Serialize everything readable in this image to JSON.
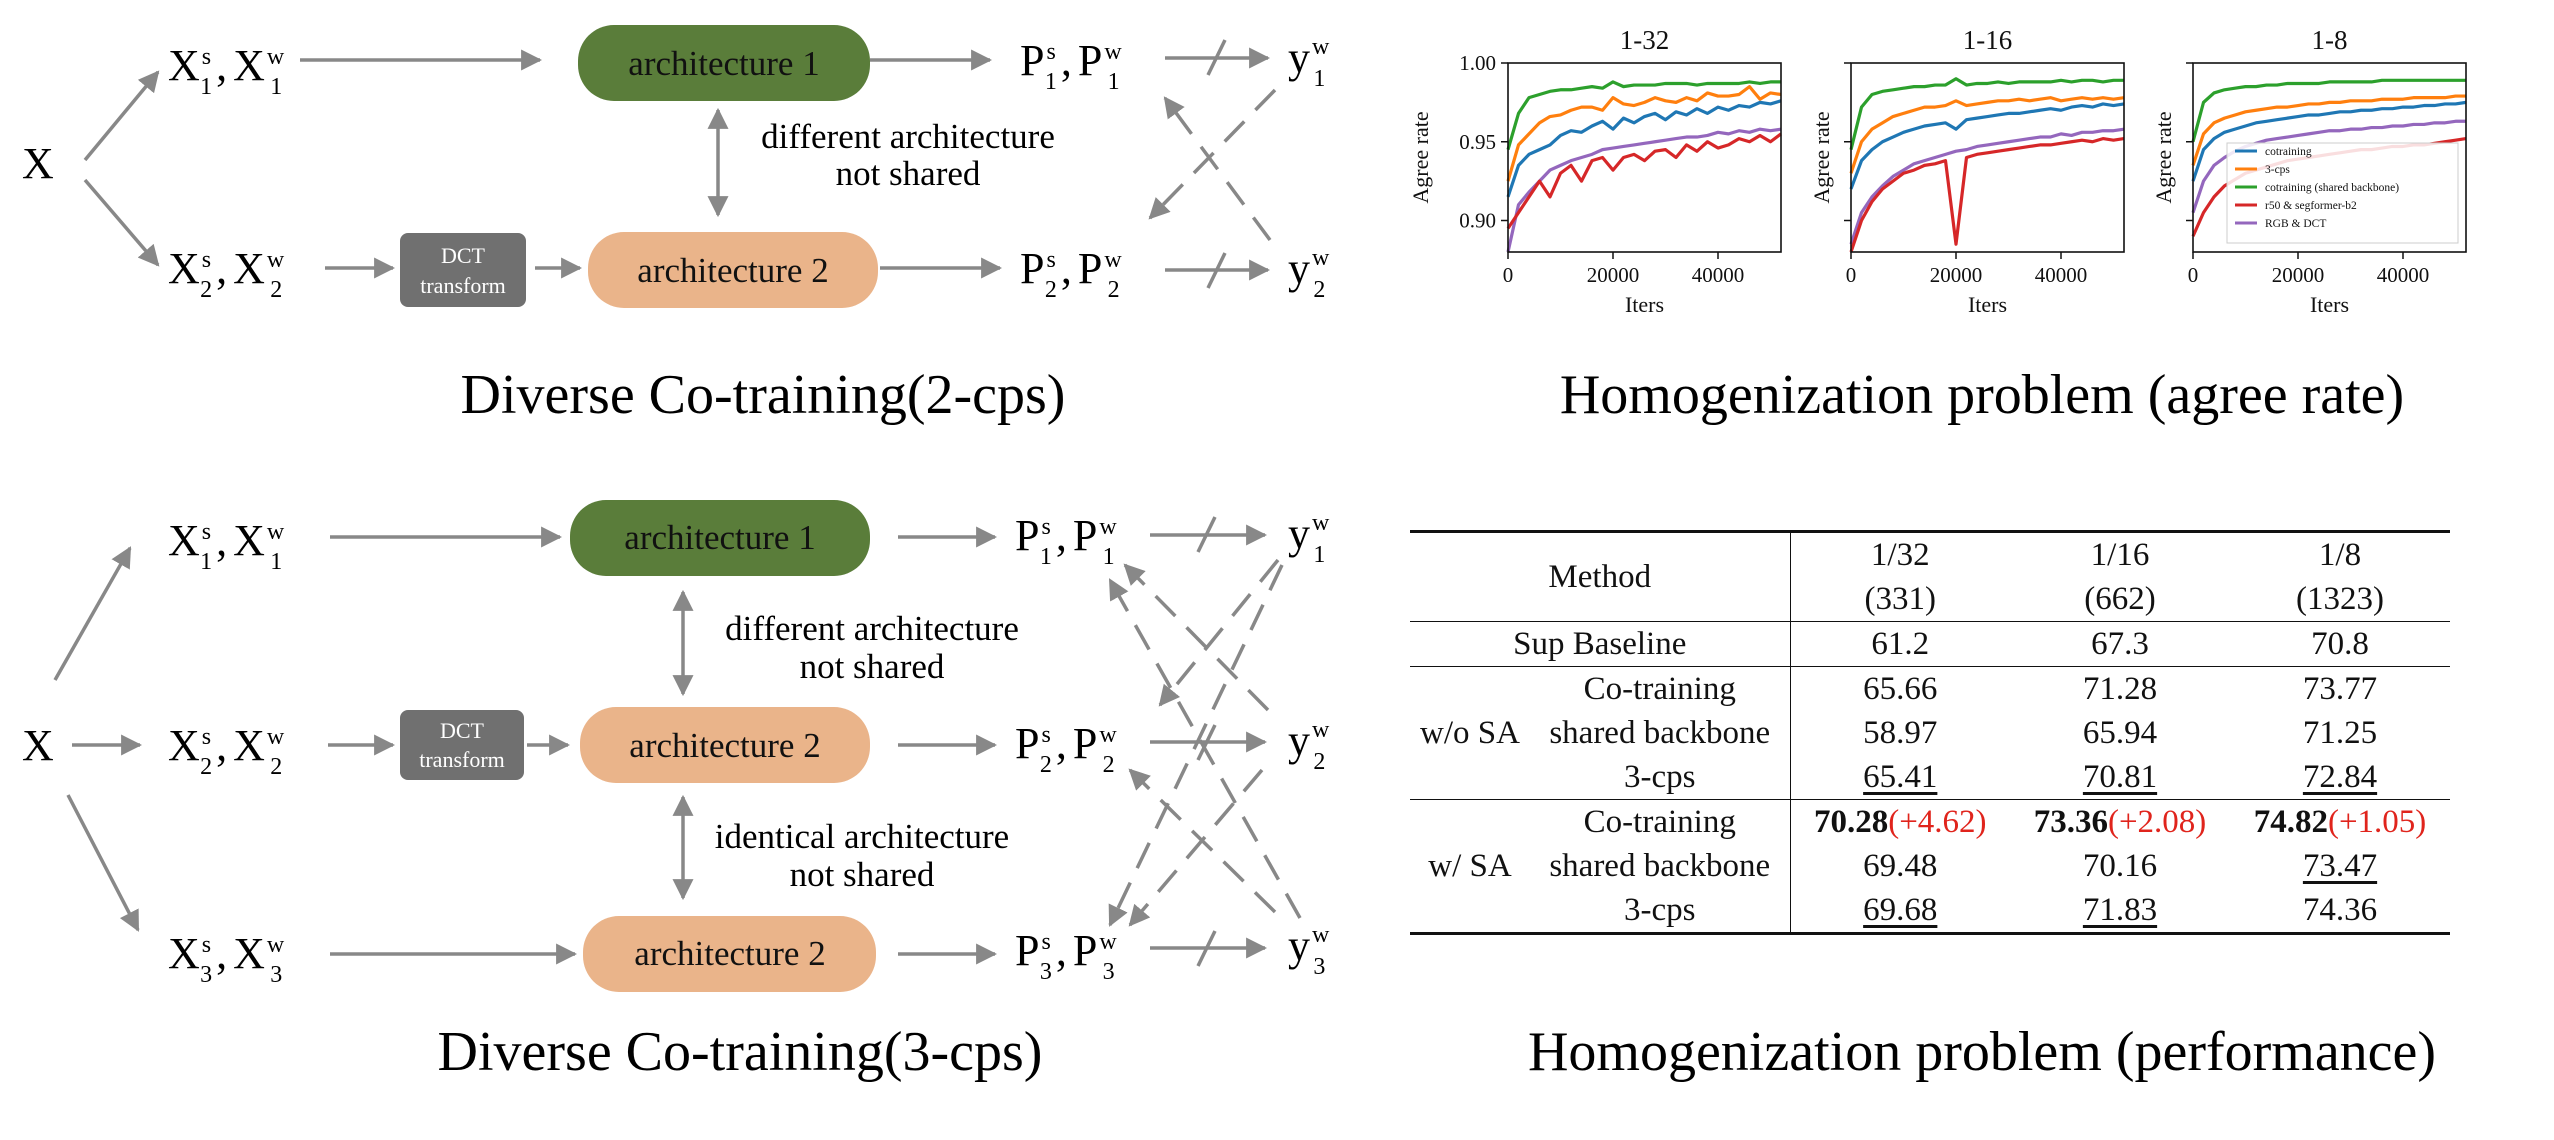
{
  "diagram_2cps": {
    "title": "Diverse Co-training(2-cps)",
    "x_label": "X",
    "in1": {
      "b1": "X",
      "s1": "1",
      "p1": "s",
      "b2": "X",
      "s2": "1",
      "p2": "w"
    },
    "in2": {
      "b1": "X",
      "s1": "2",
      "p1": "s",
      "b2": "X",
      "s2": "2",
      "p2": "w"
    },
    "arch1": "architecture 1",
    "arch2": "architecture 2",
    "dct_line1": "DCT",
    "dct_line2": "transform",
    "note_line1": "different architecture",
    "note_line2": "not shared",
    "out1": {
      "b1": "P",
      "s1": "1",
      "p1": "s",
      "b2": "P",
      "s2": "1",
      "p2": "w"
    },
    "out2": {
      "b1": "P",
      "s1": "2",
      "p1": "s",
      "b2": "P",
      "s2": "2",
      "p2": "w"
    },
    "y1": {
      "b": "y",
      "s": "1",
      "p": "w"
    },
    "y2": {
      "b": "y",
      "s": "2",
      "p": "w"
    }
  },
  "diagram_3cps": {
    "title": "Diverse Co-training(3-cps)",
    "x_label": "X",
    "in1": {
      "b1": "X",
      "s1": "1",
      "p1": "s",
      "b2": "X",
      "s2": "1",
      "p2": "w"
    },
    "in2": {
      "b1": "X",
      "s1": "2",
      "p1": "s",
      "b2": "X",
      "s2": "2",
      "p2": "w"
    },
    "in3": {
      "b1": "X",
      "s1": "3",
      "p1": "s",
      "b2": "X",
      "s2": "3",
      "p2": "w"
    },
    "arch1": "architecture 1",
    "arch2": "architecture 2",
    "arch3": "architecture 2",
    "dct_line1": "DCT",
    "dct_line2": "transform",
    "note1_line1": "different architecture",
    "note1_line2": "not shared",
    "note2_line1": "identical architecture",
    "note2_line2": "not shared",
    "out1": {
      "b1": "P",
      "s1": "1",
      "p1": "s",
      "b2": "P",
      "s2": "1",
      "p2": "w"
    },
    "out2": {
      "b1": "P",
      "s1": "2",
      "p1": "s",
      "b2": "P",
      "s2": "2",
      "p2": "w"
    },
    "out3": {
      "b1": "P",
      "s1": "3",
      "p1": "s",
      "b2": "P",
      "s2": "3",
      "p2": "w"
    },
    "y1": {
      "b": "y",
      "s": "1",
      "p": "w"
    },
    "y2": {
      "b": "y",
      "s": "2",
      "p": "w"
    },
    "y3": {
      "b": "y",
      "s": "3",
      "p": "w"
    }
  },
  "agree_rate": {
    "title": "Homogenization problem (agree rate)"
  },
  "performance": {
    "title": "Homogenization problem (performance)",
    "header": {
      "method": "Method",
      "cols": [
        [
          "1/32",
          "(331)"
        ],
        [
          "1/16",
          "(662)"
        ],
        [
          "1/8",
          "(1323)"
        ]
      ]
    },
    "sup_row": {
      "label": "Sup Baseline",
      "values": [
        "61.2",
        "67.3",
        "70.8"
      ]
    },
    "wo_sa": {
      "group": "w/o SA",
      "rows": [
        {
          "label": "Co-training",
          "values": [
            "65.66",
            "71.28",
            "73.77"
          ]
        },
        {
          "label": "shared backbone",
          "values": [
            "58.97",
            "65.94",
            "71.25"
          ]
        },
        {
          "label": "3-cps",
          "values": [
            "65.41",
            "70.81",
            "72.84"
          ]
        }
      ]
    },
    "w_sa": {
      "group": "w/ SA",
      "rows": [
        {
          "label": "Co-training",
          "values": [
            "70.28",
            "73.36",
            "74.82"
          ],
          "deltas": [
            "(+4.62)",
            "(+2.08)",
            "(+1.05)"
          ]
        },
        {
          "label": "shared backbone",
          "values": [
            "69.48",
            "70.16",
            "73.47"
          ]
        },
        {
          "label": "3-cps",
          "values": [
            "69.68",
            "71.83",
            "74.36"
          ]
        }
      ]
    }
  },
  "chart_data": [
    {
      "type": "line",
      "title": "1-32",
      "xlabel": "Iters",
      "ylabel": "Agree rate",
      "xlim": [
        0,
        52000
      ],
      "ylim": [
        0.88,
        1.0
      ],
      "xticks": [
        "0",
        "20000",
        "40000"
      ],
      "yticks": [
        "0.90",
        "0.95",
        "1.00"
      ],
      "x": [
        0,
        2000,
        4000,
        6000,
        8000,
        10000,
        12000,
        14000,
        16000,
        18000,
        20000,
        22000,
        24000,
        26000,
        28000,
        30000,
        32000,
        34000,
        36000,
        38000,
        40000,
        42000,
        44000,
        46000,
        48000,
        50000,
        52000
      ],
      "series": [
        {
          "color": "#2ca02c",
          "values": [
            0.945,
            0.968,
            0.978,
            0.98,
            0.982,
            0.983,
            0.983,
            0.984,
            0.985,
            0.984,
            0.988,
            0.985,
            0.986,
            0.986,
            0.986,
            0.987,
            0.987,
            0.987,
            0.986,
            0.987,
            0.987,
            0.987,
            0.987,
            0.988,
            0.987,
            0.988,
            0.988
          ]
        },
        {
          "color": "#ff7f0e",
          "values": [
            0.925,
            0.948,
            0.955,
            0.962,
            0.966,
            0.967,
            0.97,
            0.972,
            0.972,
            0.97,
            0.978,
            0.974,
            0.973,
            0.975,
            0.978,
            0.976,
            0.975,
            0.978,
            0.976,
            0.981,
            0.979,
            0.979,
            0.98,
            0.985,
            0.977,
            0.981,
            0.98
          ]
        },
        {
          "color": "#1f77b4",
          "values": [
            0.915,
            0.935,
            0.942,
            0.945,
            0.948,
            0.954,
            0.957,
            0.956,
            0.96,
            0.963,
            0.958,
            0.965,
            0.962,
            0.966,
            0.968,
            0.964,
            0.969,
            0.967,
            0.971,
            0.968,
            0.972,
            0.97,
            0.973,
            0.972,
            0.975,
            0.974,
            0.976
          ]
        },
        {
          "color": "#9467bd",
          "values": [
            0.88,
            0.91,
            0.918,
            0.925,
            0.932,
            0.935,
            0.938,
            0.94,
            0.942,
            0.945,
            0.946,
            0.947,
            0.948,
            0.949,
            0.95,
            0.951,
            0.952,
            0.953,
            0.953,
            0.954,
            0.956,
            0.955,
            0.957,
            0.956,
            0.958,
            0.957,
            0.958
          ]
        },
        {
          "color": "#d62728",
          "values": [
            0.895,
            0.905,
            0.915,
            0.925,
            0.915,
            0.93,
            0.935,
            0.925,
            0.938,
            0.94,
            0.932,
            0.94,
            0.942,
            0.938,
            0.944,
            0.945,
            0.94,
            0.948,
            0.944,
            0.95,
            0.946,
            0.948,
            0.952,
            0.95,
            0.954,
            0.95,
            0.955
          ]
        }
      ]
    },
    {
      "type": "line",
      "title": "1-16",
      "xlabel": "Iters",
      "ylabel": "Agree rate",
      "xlim": [
        0,
        52000
      ],
      "ylim": [
        0.88,
        1.0
      ],
      "xticks": [
        "0",
        "20000",
        "40000"
      ],
      "x": [
        0,
        2000,
        4000,
        6000,
        8000,
        10000,
        12000,
        14000,
        16000,
        18000,
        20000,
        22000,
        24000,
        26000,
        28000,
        30000,
        32000,
        34000,
        36000,
        38000,
        40000,
        42000,
        44000,
        46000,
        48000,
        50000,
        52000
      ],
      "series": [
        {
          "color": "#2ca02c",
          "values": [
            0.945,
            0.972,
            0.98,
            0.982,
            0.983,
            0.984,
            0.985,
            0.985,
            0.986,
            0.986,
            0.99,
            0.986,
            0.987,
            0.987,
            0.988,
            0.987,
            0.988,
            0.988,
            0.988,
            0.988,
            0.989,
            0.988,
            0.989,
            0.989,
            0.988,
            0.989,
            0.989
          ]
        },
        {
          "color": "#ff7f0e",
          "values": [
            0.93,
            0.95,
            0.958,
            0.962,
            0.966,
            0.968,
            0.97,
            0.972,
            0.972,
            0.973,
            0.976,
            0.973,
            0.974,
            0.975,
            0.976,
            0.976,
            0.977,
            0.976,
            0.977,
            0.978,
            0.976,
            0.977,
            0.978,
            0.977,
            0.978,
            0.977,
            0.978
          ]
        },
        {
          "color": "#1f77b4",
          "values": [
            0.92,
            0.938,
            0.945,
            0.95,
            0.953,
            0.956,
            0.958,
            0.96,
            0.961,
            0.962,
            0.958,
            0.964,
            0.965,
            0.966,
            0.967,
            0.968,
            0.968,
            0.969,
            0.97,
            0.971,
            0.97,
            0.972,
            0.973,
            0.972,
            0.974,
            0.973,
            0.974
          ]
        },
        {
          "color": "#9467bd",
          "values": [
            0.885,
            0.905,
            0.915,
            0.922,
            0.928,
            0.932,
            0.936,
            0.938,
            0.94,
            0.942,
            0.944,
            0.945,
            0.947,
            0.948,
            0.949,
            0.95,
            0.951,
            0.952,
            0.953,
            0.953,
            0.955,
            0.954,
            0.956,
            0.956,
            0.957,
            0.957,
            0.958
          ]
        },
        {
          "color": "#d62728",
          "values": [
            0.88,
            0.9,
            0.912,
            0.92,
            0.925,
            0.93,
            0.932,
            0.935,
            0.936,
            0.938,
            0.885,
            0.94,
            0.942,
            0.943,
            0.944,
            0.945,
            0.946,
            0.947,
            0.948,
            0.948,
            0.949,
            0.95,
            0.951,
            0.95,
            0.952,
            0.951,
            0.952
          ]
        }
      ]
    },
    {
      "type": "line",
      "title": "1-8",
      "xlabel": "Iters",
      "ylabel": "Agree rate",
      "xlim": [
        0,
        52000
      ],
      "ylim": [
        0.88,
        1.0
      ],
      "xticks": [
        "0",
        "20000",
        "40000"
      ],
      "legend_position": "lower-right",
      "x": [
        0,
        2000,
        4000,
        6000,
        8000,
        10000,
        12000,
        14000,
        16000,
        18000,
        20000,
        22000,
        24000,
        26000,
        28000,
        30000,
        32000,
        34000,
        36000,
        38000,
        40000,
        42000,
        44000,
        46000,
        48000,
        50000,
        52000
      ],
      "series": [
        {
          "name": "cotraining",
          "color": "#1f77b4",
          "values": [
            0.925,
            0.945,
            0.952,
            0.956,
            0.958,
            0.96,
            0.962,
            0.963,
            0.964,
            0.965,
            0.966,
            0.967,
            0.967,
            0.968,
            0.969,
            0.969,
            0.97,
            0.97,
            0.971,
            0.971,
            0.972,
            0.972,
            0.973,
            0.973,
            0.974,
            0.974,
            0.975
          ]
        },
        {
          "name": "3-cps",
          "color": "#ff7f0e",
          "values": [
            0.935,
            0.955,
            0.962,
            0.965,
            0.967,
            0.969,
            0.97,
            0.971,
            0.972,
            0.972,
            0.973,
            0.974,
            0.974,
            0.975,
            0.975,
            0.976,
            0.976,
            0.976,
            0.977,
            0.977,
            0.977,
            0.978,
            0.978,
            0.978,
            0.978,
            0.979,
            0.979
          ]
        },
        {
          "name": "cotraining (shared backbone)",
          "color": "#2ca02c",
          "values": [
            0.95,
            0.975,
            0.981,
            0.983,
            0.984,
            0.985,
            0.985,
            0.986,
            0.986,
            0.987,
            0.987,
            0.987,
            0.987,
            0.988,
            0.988,
            0.988,
            0.988,
            0.988,
            0.989,
            0.989,
            0.989,
            0.989,
            0.989,
            0.989,
            0.989,
            0.989,
            0.989
          ]
        },
        {
          "name": "r50 & segformer-b2",
          "color": "#d62728",
          "values": [
            0.89,
            0.905,
            0.915,
            0.922,
            0.926,
            0.93,
            0.932,
            0.934,
            0.936,
            0.938,
            0.939,
            0.94,
            0.941,
            0.942,
            0.943,
            0.944,
            0.945,
            0.945,
            0.946,
            0.947,
            0.947,
            0.948,
            0.948,
            0.949,
            0.95,
            0.951,
            0.952
          ]
        },
        {
          "name": "RGB & DCT",
          "color": "#9467bd",
          "values": [
            0.905,
            0.925,
            0.935,
            0.94,
            0.944,
            0.947,
            0.949,
            0.951,
            0.952,
            0.953,
            0.954,
            0.955,
            0.956,
            0.957,
            0.957,
            0.958,
            0.958,
            0.959,
            0.959,
            0.96,
            0.96,
            0.961,
            0.961,
            0.962,
            0.962,
            0.963,
            0.963
          ]
        }
      ]
    }
  ]
}
